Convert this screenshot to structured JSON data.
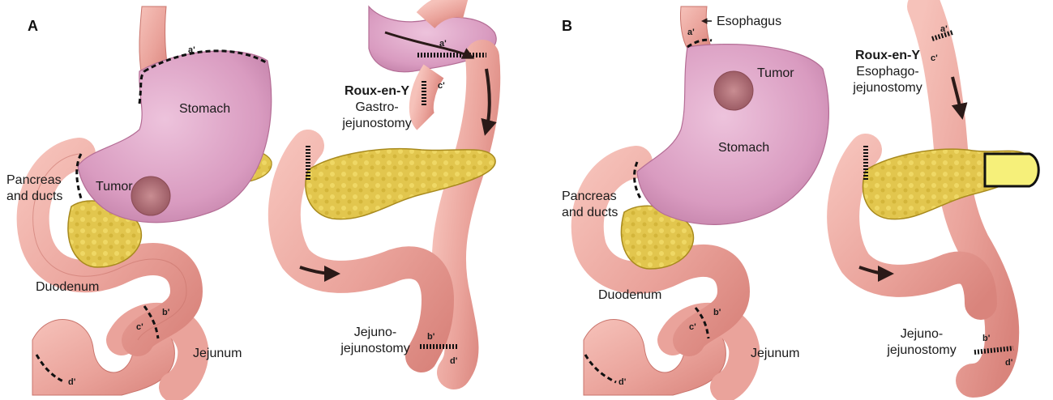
{
  "panels": [
    {
      "letter": "A",
      "before": {
        "stomach": "Stomach",
        "tumor": "Tumor",
        "pancreas_l1": "Pancreas",
        "pancreas_l2": "and ducts",
        "duodenum": "Duodenum",
        "jejunum": "Jejunum",
        "marks": [
          "a'",
          "b'",
          "c'",
          "d'"
        ]
      },
      "after": {
        "title": "Roux-en-Y",
        "proc_l1": "Gastro-",
        "proc_l2": "jejunostomy",
        "anast_l1": "Jejuno-",
        "anast_l2": "jejunostomy",
        "marks": [
          "a'",
          "c'",
          "b'",
          "d'"
        ]
      }
    },
    {
      "letter": "B",
      "before": {
        "esophagus": "Esophagus",
        "tumor": "Tumor",
        "stomach": "Stomach",
        "pancreas_l1": "Pancreas",
        "pancreas_l2": "and ducts",
        "duodenum": "Duodenum",
        "jejunum": "Jejunum",
        "marks": [
          "a'",
          "b'",
          "c'",
          "d'"
        ]
      },
      "after": {
        "title": "Roux-en-Y",
        "proc_l1": "Esophago-",
        "proc_l2": "jejunostomy",
        "anast_l1": "Jejuno-",
        "anast_l2": "jejunostomy",
        "marks": [
          "a'",
          "c'",
          "b'",
          "d'"
        ]
      }
    }
  ],
  "colors": {
    "intestine": "#eaa39b",
    "intestine_edge": "#c9746c",
    "stomach": "#d99bc0",
    "stomach_edge": "#b46d95",
    "pancreas": "#e2c64e",
    "pancreas_edge": "#a88a1e",
    "tumor": "#b7787e",
    "arrow": "#2a1a18"
  }
}
